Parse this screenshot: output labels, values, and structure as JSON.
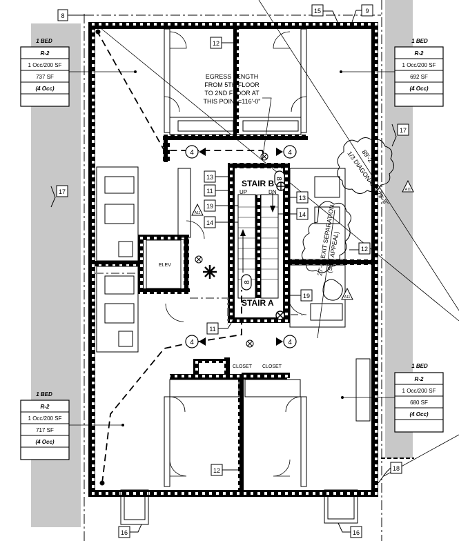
{
  "units": [
    {
      "type": "1 BED",
      "occupancy": "R-2",
      "load": "1 Occ/200 SF",
      "area": "737 SF",
      "occ": "(4 Occ)"
    },
    {
      "type": "1 BED",
      "occupancy": "R-2",
      "load": "1 Occ/200 SF",
      "area": "692 SF",
      "occ": "(4 Occ)"
    },
    {
      "type": "1 BED",
      "occupancy": "R-2",
      "load": "1 Occ/200 SF",
      "area": "717 SF",
      "occ": "(4 Occ)"
    },
    {
      "type": "1 BED",
      "occupancy": "R-2",
      "load": "1 Occ/200 SF",
      "area": "680 SF",
      "occ": "(4 Occ)"
    }
  ],
  "egress_note": [
    "EGRESS LENGTH",
    "FROM 5TH FLOOR",
    "TO  2ND FLOOR AT",
    "THIS POINT=116'-0\""
  ],
  "stairs": {
    "b": "STAIR B",
    "a": "STAIR A",
    "up": "UP",
    "dn": "DN",
    "elev": "ELEV"
  },
  "closets": [
    "CLOSET",
    "CLOSET"
  ],
  "diagonal": {
    "line1": "1/3 DIAGONAL = 29'-8\"",
    "dim": "89'-2\""
  },
  "separation": {
    "line1": "27'-2\" EXIT SEPARATION",
    "line2": "(SEE APPEAL)"
  },
  "keynotes": [
    "8",
    "15",
    "9",
    "12",
    "17",
    "17",
    "13",
    "11",
    "19",
    "14",
    "13",
    "14",
    "12",
    "19",
    "11",
    "12",
    "18",
    "16",
    "16"
  ],
  "markers": {
    "four": "4",
    "eight": "8",
    "sheet": "A11"
  },
  "colors": {
    "wall": "#000000",
    "gray_band": "#c8c8c8"
  }
}
